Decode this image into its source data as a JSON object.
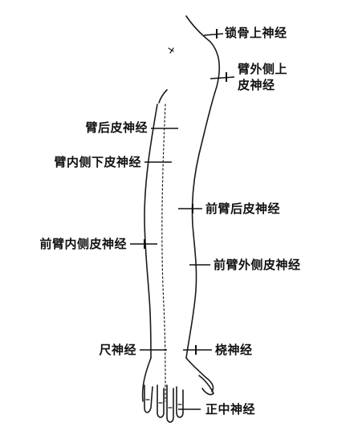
{
  "labels": {
    "supraclavicular": "锁骨上神经",
    "lateral_brachial_line1": "臂外侧上",
    "lateral_brachial_line2": "皮神经",
    "posterior_brachial": "臂后皮神经",
    "inferior_lateral_brachial": "臂内侧下皮神经",
    "posterior_antebrachial": "前臂后皮神经",
    "medial_antebrachial": "前臂内侧皮神经",
    "lateral_antebrachial": "前臂外侧皮神经",
    "ulnar": "尺神经",
    "radial": "桡神经",
    "median": "正中神经"
  },
  "colors": {
    "ink": "#111111",
    "background": "#ffffff"
  }
}
